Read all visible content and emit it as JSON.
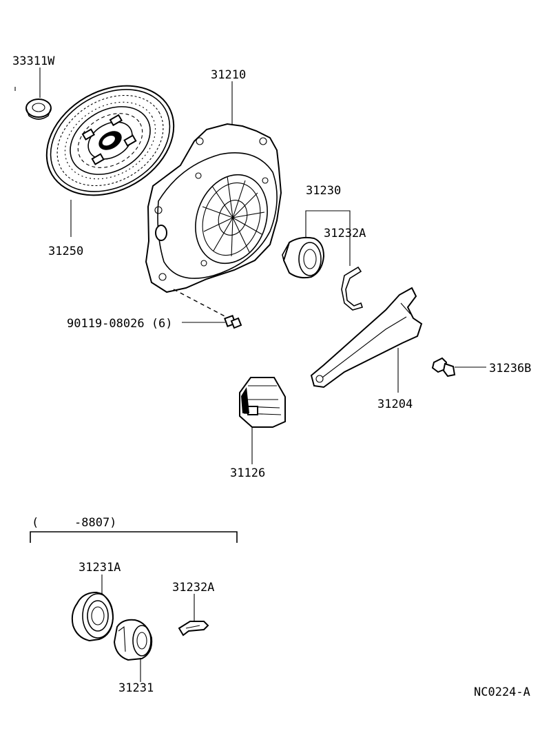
{
  "parts": {
    "p33311w": "33311W",
    "p31250": "31250",
    "p31210": "31210",
    "p31230": "31230",
    "p31232a_top": "31232A",
    "p90119": "90119-08026 (6)",
    "p31236b": "31236B",
    "p31204": "31204",
    "p31126": "31126",
    "p31231a": "31231A",
    "p31232a_bottom": "31232A",
    "p31231": "31231"
  },
  "date_range": {
    "open_paren": "(",
    "until": "-8807)"
  },
  "diagram_code": "NC0224-A"
}
